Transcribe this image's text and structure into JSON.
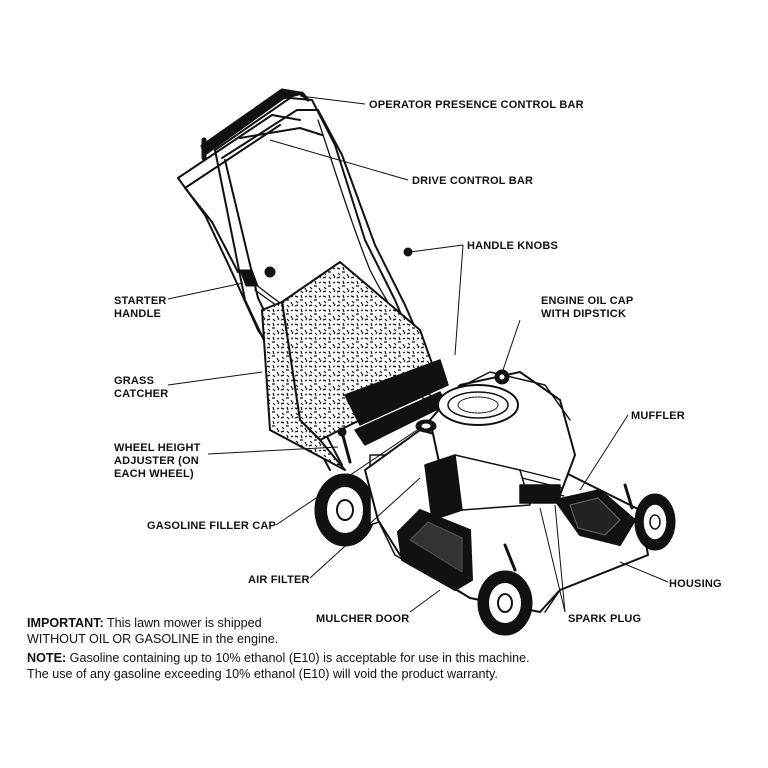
{
  "labels": {
    "operator_presence_control_bar": "OPERATOR PRESENCE CONTROL BAR",
    "drive_control_bar": "DRIVE CONTROL BAR",
    "handle_knobs": "HANDLE KNOBS",
    "starter_handle": [
      "STARTER",
      "HANDLE"
    ],
    "engine_oil_cap": [
      "ENGINE OIL CAP",
      "WITH DIPSTICK"
    ],
    "grass_catcher": [
      "GRASS",
      "CATCHER"
    ],
    "muffler": "MUFFLER",
    "wheel_height_adjuster": [
      "WHEEL HEIGHT",
      "ADJUSTER (ON",
      "EACH WHEEL)"
    ],
    "gasoline_filler_cap": "GASOLINE FILLER CAP",
    "air_filter": "AIR FILTER",
    "housing": "HOUSING",
    "mulcher_door": "MULCHER DOOR",
    "spark_plug": "SPARK PLUG"
  },
  "notes": {
    "important_label": "IMPORTANT:",
    "important_text": " This lawn mower is shipped",
    "important_text_2": "WITHOUT OIL OR GASOLINE in the engine.",
    "note_label": "NOTE:",
    "note_text": " Gasoline containing up to 10% ethanol (E10) is acceptable for use in this machine.",
    "note_text_2": "The use of any gasoline exceeding 10% ethanol (E10) will void the product warranty."
  }
}
